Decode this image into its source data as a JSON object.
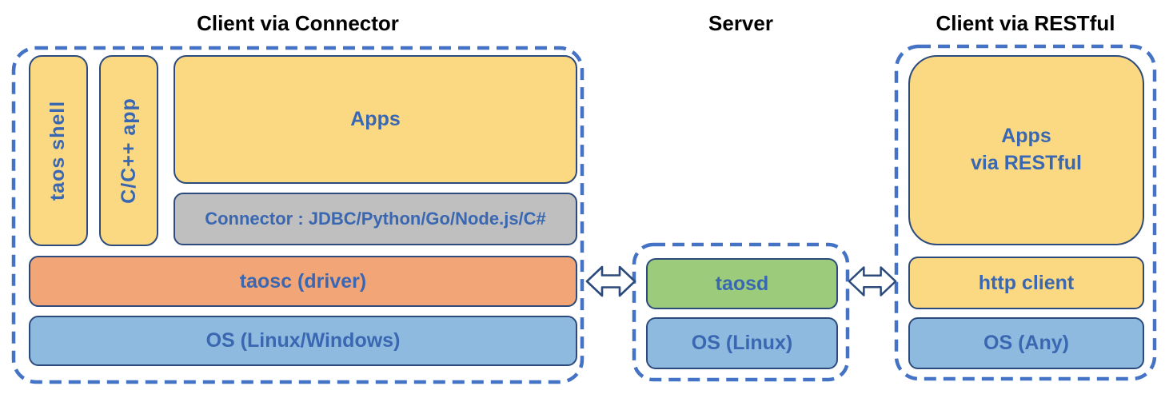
{
  "groups": {
    "client_connector": {
      "title": "Client via Connector",
      "boxes": {
        "taos_shell": "taos shell",
        "cpp_app": "C/C++ app",
        "apps": "Apps",
        "connector": "Connector : JDBC/Python/Go/Node.js/C#",
        "taosc": "taosc (driver)",
        "os": "OS (Linux/Windows)"
      }
    },
    "server": {
      "title": "Server",
      "boxes": {
        "taosd": "taosd",
        "os": "OS (Linux)"
      }
    },
    "client_restful": {
      "title": "Client via RESTful",
      "boxes": {
        "apps_line1": "Apps",
        "apps_line2": "via RESTful",
        "http_client": "http client",
        "os": "OS (Any)"
      }
    }
  },
  "icons": {
    "left_arrow": "bidirectional-arrow",
    "right_arrow": "bidirectional-arrow"
  },
  "colors": {
    "box_yellow": "#FBD983",
    "box_orange": "#F2A678",
    "box_blue": "#8FBADF",
    "box_green": "#9CCB7B",
    "box_gray": "#BFBFBF",
    "box_border": "#2C4B7C",
    "dashed_border": "#4472C4",
    "label_blue": "#3A67B1",
    "title_black": "#000000",
    "background": "#FFFFFF"
  }
}
